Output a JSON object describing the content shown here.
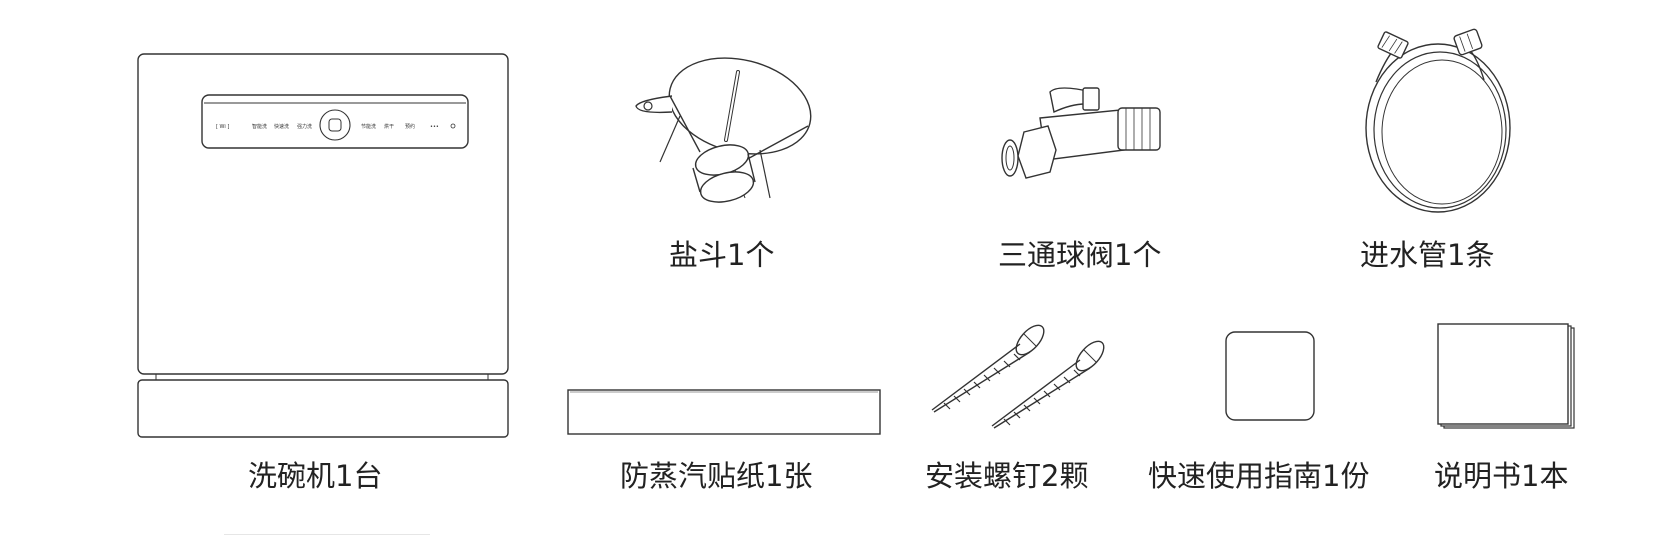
{
  "items": [
    {
      "label": "洗碗机1台"
    },
    {
      "label": "盐斗1个"
    },
    {
      "label": "三通球阀1个"
    },
    {
      "label": "进水管1条"
    },
    {
      "label": "防蒸汽贴纸1张"
    },
    {
      "label": "安装螺钉2颗"
    },
    {
      "label": "快速使用指南1份"
    },
    {
      "label": "说明书1本"
    }
  ],
  "panel": {
    "buttons": [
      "[ Wi ]",
      "智能洗",
      "快速洗",
      "强力洗",
      "节能洗",
      "烘干",
      "预约",
      "•••"
    ]
  }
}
